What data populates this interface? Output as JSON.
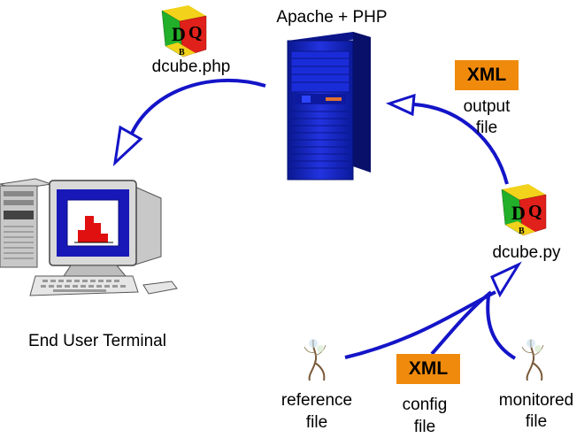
{
  "server": {
    "label": "Apache + PHP"
  },
  "php_script": {
    "label": "dcube.php",
    "logo_text": "DQB"
  },
  "py_script": {
    "label": "dcube.py",
    "logo_text": "DQB"
  },
  "output": {
    "badge": "XML",
    "line1": "output",
    "line2": "file"
  },
  "config": {
    "badge": "XML",
    "line1": "config",
    "line2": "file"
  },
  "reference": {
    "line1": "reference",
    "line2": "file"
  },
  "monitored": {
    "line1": "monitored",
    "line2": "file"
  },
  "terminal": {
    "label": "End User Terminal"
  },
  "colors": {
    "arrow": "#1414c8",
    "badge": "#f08a0c",
    "server": "#1a2ad6",
    "logo_red": "#e0201a",
    "logo_green": "#22b02a",
    "logo_yellow": "#f2d21a"
  },
  "icons": [
    "server-icon",
    "computer-terminal-icon",
    "dqb-cube-icon",
    "file-tree-icon"
  ]
}
